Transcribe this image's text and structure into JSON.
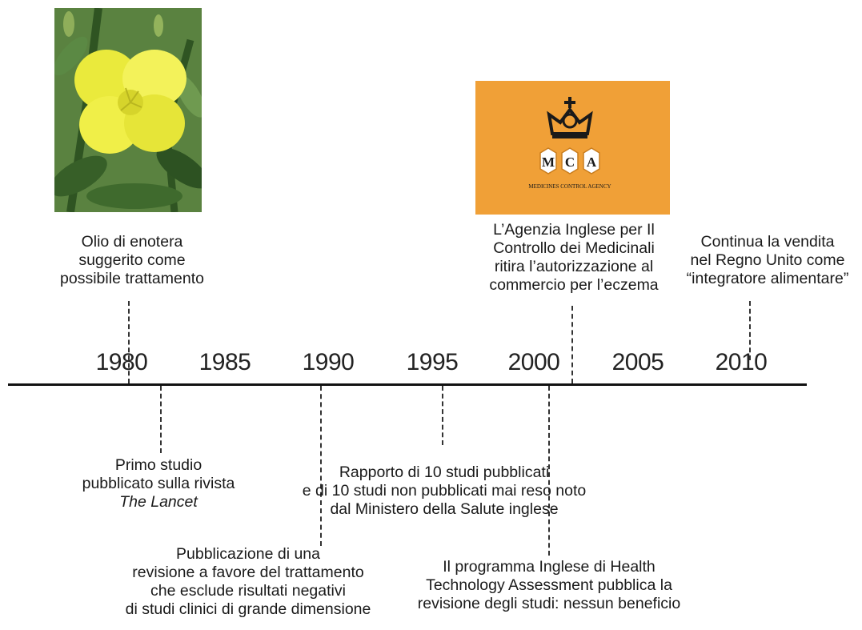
{
  "timeline": {
    "years": [
      "1980",
      "1985",
      "1990",
      "1995",
      "2000",
      "2005",
      "2010"
    ]
  },
  "events": {
    "enotera": [
      "Olio di enotera",
      "suggerito come",
      "possibile trattamento"
    ],
    "mca": [
      "L’Agenzia Inglese per Il",
      "Controllo dei Medicinali",
      "ritira l’autorizzazione al",
      "commercio per l’eczema"
    ],
    "vendita": [
      "Continua la vendita",
      "nel Regno Unito come",
      "“integratore alimentare”"
    ],
    "primo_studio": [
      "Primo studio",
      "pubblicato sulla rivista"
    ],
    "primo_studio_journal": "The Lancet",
    "rapporto": [
      "Rapporto di 10 studi pubblicati",
      "e di 10 studi non pubblicati mai reso noto",
      "dal Ministero della Salute inglese"
    ],
    "pubblicazione": [
      "Pubblicazione di una",
      "revisione a favore del trattamento",
      "che esclude risultati negativi",
      "di studi clinici di grande dimensione"
    ],
    "hta": [
      "Il programma Inglese di Health",
      "Technology Assessment pubblica la",
      "revisione degli studi: nessun beneficio"
    ]
  },
  "logo": {
    "letters": [
      "M",
      "C",
      "A"
    ],
    "agency_name": "MEDICINES CONTROL AGENCY"
  },
  "colors": {
    "logo_background": "#f0a037",
    "flower": "#f1f04a",
    "leaves": "#3d6b2b",
    "axis": "#111111"
  }
}
